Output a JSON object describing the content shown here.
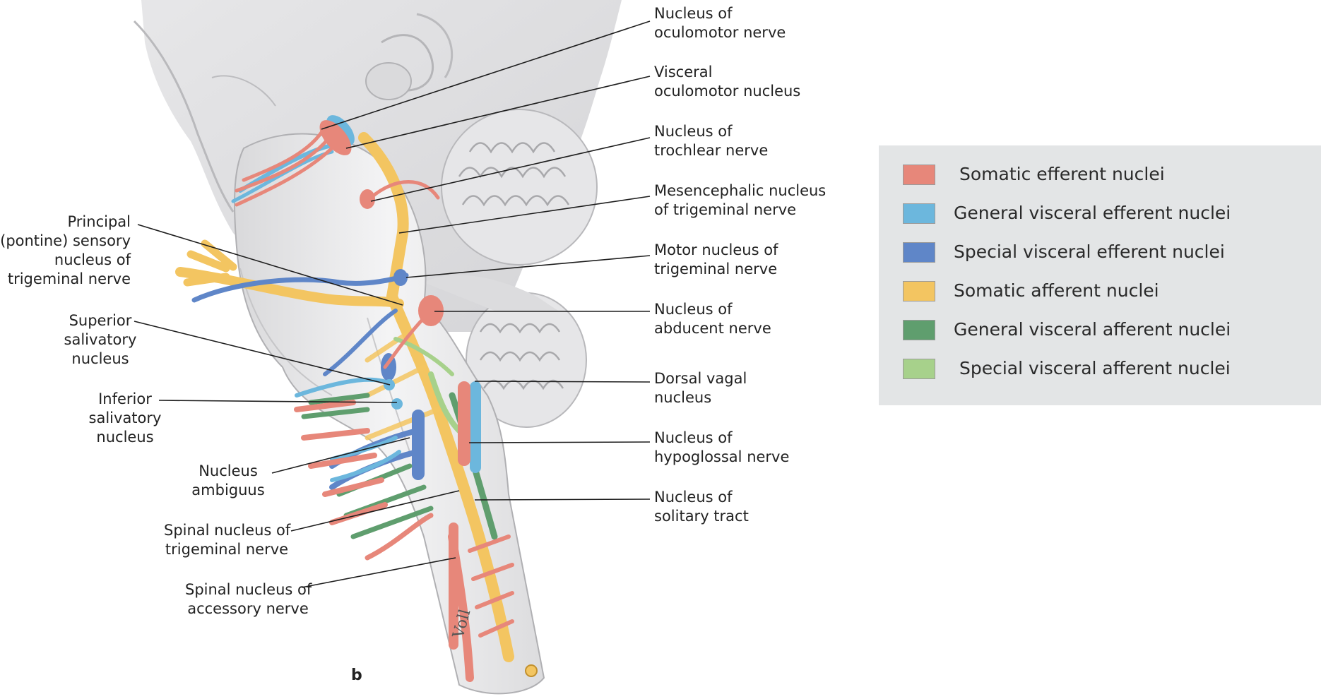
{
  "figure": {
    "panel_letter": "b",
    "signature": "Voll"
  },
  "labels_right": [
    {
      "id": "oculomotor",
      "lines": [
        "Nucleus of",
        "oculomotor nerve"
      ]
    },
    {
      "id": "visceral-oculomotor",
      "lines": [
        "Visceral",
        "oculomotor nucleus"
      ]
    },
    {
      "id": "trochlear",
      "lines": [
        "Nucleus of",
        "trochlear nerve"
      ]
    },
    {
      "id": "mesencephalic",
      "lines": [
        "Mesencephalic nucleus",
        "of trigeminal nerve"
      ]
    },
    {
      "id": "motor-trigeminal",
      "lines": [
        "Motor nucleus of",
        "trigeminal nerve"
      ]
    },
    {
      "id": "abducent",
      "lines": [
        "Nucleus of",
        "abducent nerve"
      ]
    },
    {
      "id": "dorsal-vagal",
      "lines": [
        "Dorsal vagal",
        "nucleus"
      ]
    },
    {
      "id": "hypoglossal",
      "lines": [
        "Nucleus of",
        "hypoglossal nerve"
      ]
    },
    {
      "id": "solitary",
      "lines": [
        "Nucleus of",
        "solitary tract"
      ]
    }
  ],
  "labels_left": [
    {
      "id": "principal-sensory",
      "lines": [
        "Principal",
        "(pontine) sensory",
        "nucleus of",
        "trigeminal nerve"
      ]
    },
    {
      "id": "superior-salivatory",
      "lines": [
        "Superior",
        "salivatory",
        "nucleus"
      ]
    },
    {
      "id": "inferior-salivatory",
      "lines": [
        "Inferior",
        "salivatory",
        "nucleus"
      ]
    },
    {
      "id": "ambiguus",
      "lines": [
        "Nucleus",
        "ambiguus"
      ]
    },
    {
      "id": "spinal-trigeminal",
      "lines": [
        "Spinal nucleus of",
        "trigeminal nerve"
      ]
    },
    {
      "id": "spinal-accessory",
      "lines": [
        "Spinal nucleus of",
        "accessory nerve"
      ]
    }
  ],
  "legend": [
    {
      "label": "Somatic efferent nuclei",
      "color": "#e7877a"
    },
    {
      "label": "General visceral efferent nuclei",
      "color": "#6cb7dd"
    },
    {
      "label": "Special visceral efferent nuclei",
      "color": "#5f86c8"
    },
    {
      "label": "Somatic afferent nuclei",
      "color": "#f3c561"
    },
    {
      "label": "General visceral afferent nuclei",
      "color": "#5f9e6e"
    },
    {
      "label": "Special visceral afferent nuclei",
      "color": "#a7d18b"
    }
  ],
  "colors": {
    "somatic_efferent": "#e7877a",
    "general_visceral_efferent": "#6cb7dd",
    "special_visceral_efferent": "#5f86c8",
    "somatic_afferent": "#f3c561",
    "general_visceral_afferent": "#5f9e6e",
    "special_visceral_afferent": "#a7d18b",
    "brain_tissue": "#e9e9ea",
    "legend_background": "#e3e5e6"
  }
}
